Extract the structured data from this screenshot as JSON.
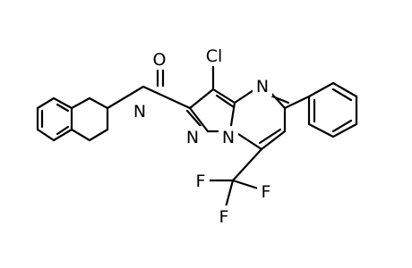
{
  "diagram": {
    "type": "chemical-structure",
    "atom_labels": {
      "oxygen": "O",
      "chlorine": "Cl",
      "amide_nitrogen": "N",
      "pyrimidine_nitrogen": "N",
      "pyrazole_nitrogen_1": "N",
      "pyrazole_nitrogen_2": "N",
      "fluorine_1": "F",
      "fluorine_2": "F",
      "fluorine_3": "F"
    },
    "colors": {
      "bond": "#000000",
      "label": "#000000",
      "background": "#ffffff"
    }
  }
}
